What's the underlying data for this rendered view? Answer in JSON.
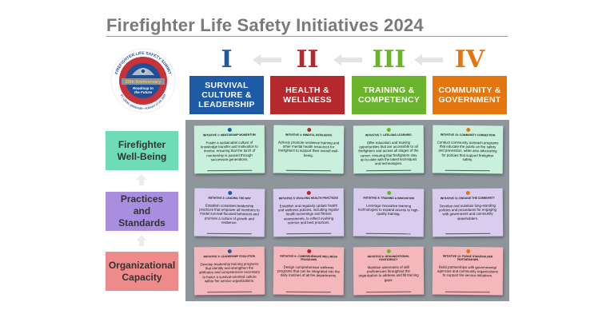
{
  "title": "Firefighter Life Safety Initiatives 2024",
  "logo": {
    "arc_top": "FIREFIGHTER LIFE SAFETY SUMMIT",
    "banner": "20th Anniversary",
    "subtitle": "Roadmap to the Future",
    "arc_bottom": "ST. LOUIS, MISSOURI • AUGUST 27-28, 2024"
  },
  "pillars": [
    {
      "numeral": "I",
      "label": "SURVIVAL CULTURE & LEADERSHIP",
      "color": "#1f5aa6"
    },
    {
      "numeral": "II",
      "label": "HEALTH & WELLNESS",
      "color": "#b5282e"
    },
    {
      "numeral": "III",
      "label": "TRAINING & COMPETENCY",
      "color": "#6ab42d"
    },
    {
      "numeral": "IV",
      "label": "COMMUNITY & GOVERNMENT",
      "color": "#e3760f"
    }
  ],
  "levels": [
    {
      "label": "Firefighter Well-Being",
      "color": "#6fdcb8",
      "note_color": "#c9f0dc"
    },
    {
      "label": "Practices and Standards",
      "color": "#a98ee0",
      "note_color": "#d8ccef"
    },
    {
      "label": "Organizational Capacity",
      "color": "#ef8a8a",
      "note_color": "#f4b8bc"
    }
  ],
  "initiatives": [
    [
      {
        "title": "INITIATIVE 1: MENTORSHIP MOMENTUM",
        "text": "Foster a sustainable culture of knowledge transfer and motivation to mentor, ensuring that the torch of mentorship is passed through successive generations."
      },
      {
        "title": "INITIATIVE 4: MINDFUL RESILIENCE",
        "text": "Actively promote resilience training and other mental health resources for firefighters to support their overall well-being."
      },
      {
        "title": "INITIATIVE 7: LIFELONG LEARNING",
        "text": "Offer education and training opportunities that are accessible to all firefighters and across all stages of the career, ensuring that firefighters stay up-to-date with the latest techniques and technologies."
      },
      {
        "title": "INITIATIVE 10: COMMUNITY CONNECTION",
        "text": "Conduct community outreach programs that educate the public on fire safety and prevention, while also advocating for policies that support firefighter safety."
      }
    ],
    [
      {
        "title": "INITIATIVE 2: LEADING THE WAY",
        "text": "Establish consistent leadership practices that empower all members to model survival-focused behaviors and promote a culture of growth and resilience."
      },
      {
        "title": "INITIATIVE 5: EVOLVING HEALTH PRACTICES",
        "text": "Establish and regularly update health and wellness policies, including regular health screenings and fitness assessments, to reflect evolving science and best practices."
      },
      {
        "title": "INITIATIVE 8: TRAINING & INNOVATION",
        "text": "Leverage innovative learning technologies to expand access to high-quality training."
      },
      {
        "title": "INITIATIVE 11: ENGAGE THE COMMUNITY",
        "text": "Develop and maintain long-standing policies and procedures for engaging with government and community stakeholders."
      }
    ],
    [
      {
        "title": "INITIATIVE 3: LEADERSHIP EVOLUTION",
        "text": "Develop leadership training programs that identify and strengthen the attributes and competencies necessary to foster a survival-oriented culture within fire service organizations."
      },
      {
        "title": "INITIATIVE 6: COMPREHENSIVE WELLNESS PROGRAMS",
        "text": "Design comprehensive wellness programs that can be integrated into the daily routines of all fire departments."
      },
      {
        "title": "INITIATIVE 9: ORGANIZATIONAL PROFICIENCY",
        "text": "Maintain awareness of skill proficiencies throughout the organization to address and fill training gaps."
      },
      {
        "title": "INITIATIVE 12: FORGE STAKEHOLDER PARTNERSHIPS",
        "text": "Build partnerships with governmental agencies and community organizations to support fire service initiatives."
      }
    ]
  ]
}
